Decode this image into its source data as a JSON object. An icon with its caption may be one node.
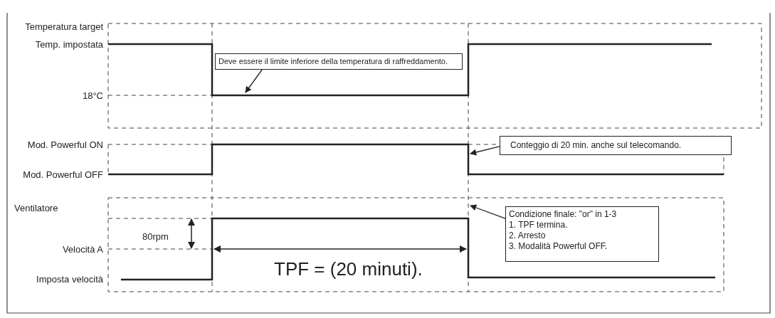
{
  "diagram": {
    "nodes": [
      {
        "text": [
          "Deve essere il limite inferiore della temperatura di raffreddamento."
        ]
      },
      {
        "text": [
          "Conteggio di 20 min. anche sul telecomando."
        ]
      },
      {
        "text": [
          "Condizione finale: \"or\" in 1-3",
          "1. TPF termina.",
          "2. Arresto",
          "3. Modalità Powerful OFF."
        ]
      }
    ],
    "edges": [
      {
        "from": 0,
        "to": null,
        "arrow": "to"
      },
      {
        "from": 1,
        "to": null,
        "arrow": "to"
      },
      {
        "from": 2,
        "to": null,
        "arrow": "to"
      }
    ],
    "labels": [
      "Temperatura target",
      "Temp. impostata",
      "18°C",
      "Mod. Powerful ON",
      "Mod. Powerful OFF",
      "Ventilatore",
      "80rpm",
      "Velocità A",
      "TPF = (20 minuti).",
      "Imposta velocità"
    ]
  }
}
